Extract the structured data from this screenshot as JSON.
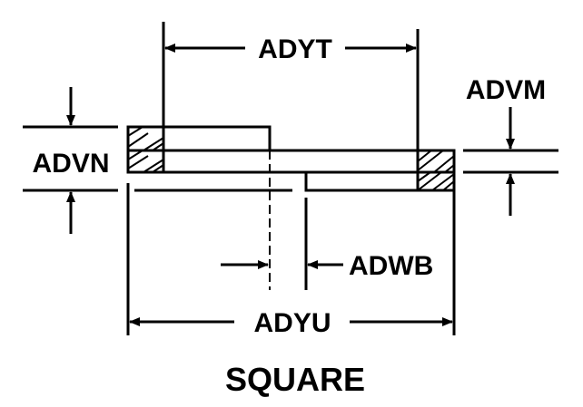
{
  "labels": {
    "adyt": "ADYT",
    "advm": "ADVM",
    "advn": "ADVN",
    "adwb": "ADWB",
    "adyu": "ADYU"
  },
  "caption": "SQUARE"
}
